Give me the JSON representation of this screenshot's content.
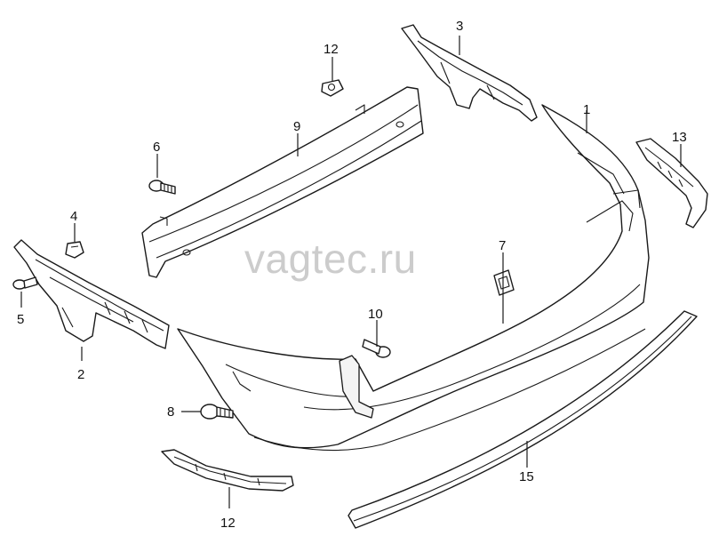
{
  "watermark": "vagtec.ru",
  "colors": {
    "line": "#1a1a1a",
    "watermark": "#cccccc",
    "background": "#ffffff"
  },
  "callouts": {
    "c1": "1",
    "c2": "2",
    "c3": "3",
    "c4": "4",
    "c5": "5",
    "c6": "6",
    "c7": "7",
    "c8": "8",
    "c9": "9",
    "c10": "10",
    "c12_top": "12",
    "c12_bottom": "12",
    "c13": "13",
    "c15": "15"
  }
}
